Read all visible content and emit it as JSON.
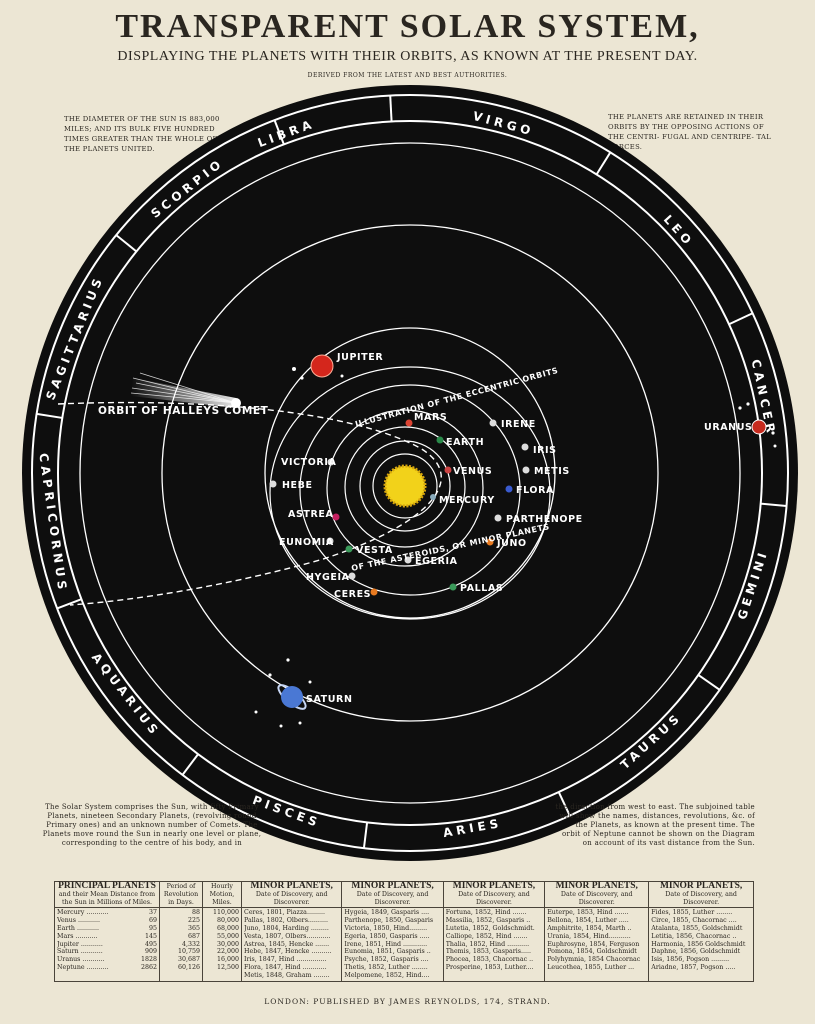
{
  "title": "TRANSPARENT SOLAR SYSTEM,",
  "subtitle": "DISPLAYING THE PLANETS WITH THEIR ORBITS, AS KNOWN AT THE PRESENT DAY.",
  "derived": "DERIVED FROM THE LATEST AND BEST AUTHORITIES.",
  "note_left": "The diameter of the Sun is 883,000 miles; and its bulk five hundred times greater than the whole of the planets united.",
  "note_right": "The planets are retained in their orbits by the opposing actions of the centri- fugal and centripe- tal forces.",
  "note_bottom_left": "The Solar System comprises the Sun, with fifty Primary Planets, nineteen Secondary Planets, (revolving round Primary ones) and an unknown number of Comets. The Planets move round the Sun in nearly one level or plane, corresponding to the centre of his body, and in",
  "note_bottom_right": "the direction from west to east. The subjoined table will show the names, distances, revolutions, &c. of the Planets, as known at the present time. The orbit of Neptune cannot be shown on the Diagram on account of its vast distance from the Sun.",
  "zodiac": [
    "LIBRA",
    "VIRGO",
    "LEO",
    "CANCER",
    "GEMINI",
    "TAURUS",
    "ARIES",
    "PISCES",
    "AQUARIUS",
    "CAPRICORNUS",
    "SAGITTARIUS",
    "SCORPIO"
  ],
  "labels": {
    "jupiter": "JUPITER",
    "halley": "ORBIT OF HALLEYS COMET",
    "uranus": "URANUS",
    "saturn": "SATURN",
    "eccentric_top": "ILLUSTRATION OF THE ECCENTRIC ORBITS",
    "eccentric_bottom": "OF THE ASTEROIDS, OR MINOR PLANETS",
    "mars": "MARS",
    "earth": "EARTH",
    "venus": "VENUS",
    "mercury": "MERCURY",
    "irene": "IRENE",
    "iris": "IRIS",
    "metis": "METIS",
    "flora": "FLORA",
    "parthenope": "PARTHENOPE",
    "juno": "JUNO",
    "pallas": "PALLAS",
    "egeria": "EGERIA",
    "vesta": "VESTA",
    "hygeia": "HYGEIA",
    "ceres": "CERES",
    "eunomia": "EUNOMIA",
    "astrea": "ASTREA",
    "hebe": "HEBE",
    "victoria": "VICTORIA"
  },
  "colors": {
    "space": "#0e0e0e",
    "sun": "#f2d21a",
    "jupiter": "#d4261c",
    "uranus": "#c62a1e",
    "saturn": "#4a78d4",
    "paper": "#ece6d4"
  },
  "table": {
    "principal_head": "PRINCIPAL PLANETS",
    "principal_sub": "and their Mean Distance from the Sun in Millions of Miles.",
    "period_head": "Period of Revolution in Days.",
    "hourly_head": "Hourly Motion, Miles.",
    "minor_head": "MINOR PLANETS,",
    "minor_sub": "Date of Discovery, and Discoverer.",
    "planets": [
      {
        "name": "Mercury",
        "dist": "37",
        "period": "88",
        "motion": "110,000"
      },
      {
        "name": "Venus",
        "dist": "69",
        "period": "225",
        "motion": "80,000"
      },
      {
        "name": "Earth",
        "dist": "95",
        "period": "365",
        "motion": "68,000"
      },
      {
        "name": "Mars",
        "dist": "145",
        "period": "687",
        "motion": "55,000"
      },
      {
        "name": "Jupiter",
        "dist": "495",
        "period": "4,332",
        "motion": "30,000"
      },
      {
        "name": "Saturn",
        "dist": "909",
        "period": "10,759",
        "motion": "22,000"
      },
      {
        "name": "Uranus",
        "dist": "1828",
        "period": "30,687",
        "motion": "16,000"
      },
      {
        "name": "Neptune",
        "dist": "2862",
        "period": "60,126",
        "motion": "12,500"
      }
    ],
    "minor_cols": [
      [
        "Ceres, 1801, Piazza.........",
        "Pallas, 1802, Olbers..........",
        "Juno, 1804, Harding .........",
        "Vesta, 1807, Olbers............",
        "Astrea, 1845, Hencke .......",
        "Hebe, 1847, Hencke ..........",
        "Iris, 1847, Hind ...............",
        "Flora, 1847, Hind ............",
        "Metis, 1848, Graham ........"
      ],
      [
        "Hygeia, 1849, Gasparis ....",
        "Parthenope, 1850, Gasparis",
        "Victoria, 1850, Hind.........",
        "Egeria, 1850, Gasparis .....",
        "Irene, 1851, Hind ............",
        "Eunomia, 1851, Gasparis ..",
        "Psyche, 1852, Gasparis ....",
        "Thetis, 1852, Luther ........",
        "Melpomene, 1852, Hind...."
      ],
      [
        "Fortuna, 1852, Hind .......",
        "Massilia, 1852, Gasparis ..",
        "Lutetia, 1852, Goldschmidt.",
        "Calliope, 1852, Hind .......",
        "Thalia, 1852, Hind ...........",
        "Themis, 1853, Gasparis.....",
        "Phocea, 1853, Chacornac ..",
        "Prosperine, 1853, Luther...."
      ],
      [
        "Euterpe, 1853, Hind .......",
        "Bellona, 1854, Luther .....",
        "Amphitrite, 1854, Marth ..",
        "Urania, 1854, Hind...........",
        "Euphrosyne, 1854, Ferguson",
        "Pomona, 1854, Goldschmidt",
        "Polyhymnia, 1854 Chacornac",
        "Leucothea, 1855, Luther ..."
      ],
      [
        "Fides, 1855, Luther ........",
        "Circe, 1855, Chacornac ....",
        "Atalanta, 1855, Goldschmidt",
        "Letitia, 1856, Chacornac ..",
        "Harmonia, 1856 Goldschmidt",
        "Daphne, 1856, Goldschmidt",
        "Isis, 1856, Pogson .........",
        "Ariadne, 1857, Pogson ....."
      ]
    ]
  },
  "publisher": "LONDON: PUBLISHED BY JAMES REYNOLDS, 174, STRAND."
}
